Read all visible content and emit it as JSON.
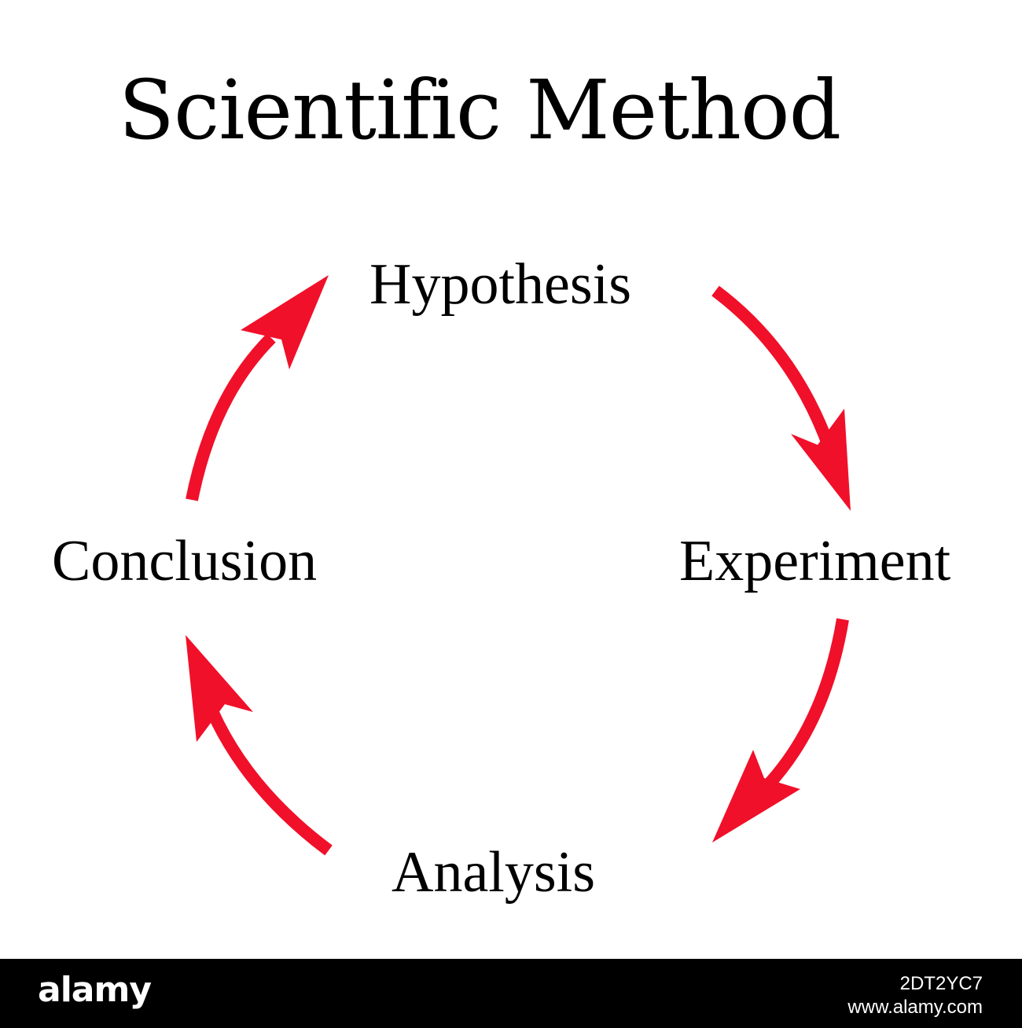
{
  "title": "Scientific Method",
  "colors": {
    "arrow": "#f0102a",
    "text": "#000000",
    "background": "#ffffff",
    "footer": "#000000"
  },
  "nodes": {
    "hypothesis": "Hypothesis",
    "experiment": "Experiment",
    "analysis": "Analysis",
    "conclusion": "Conclusion"
  },
  "footer": {
    "logo": "alamy",
    "image_id": "2DT2YC7",
    "site": "www.alamy.com"
  }
}
